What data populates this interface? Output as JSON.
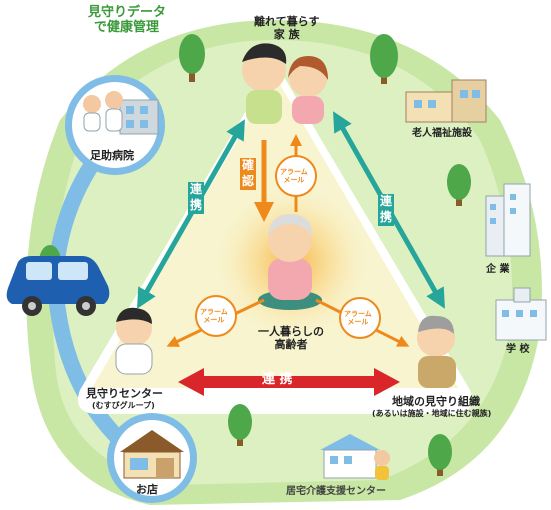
{
  "headline": {
    "line1": "見守りデータ",
    "line2": "で健康管理"
  },
  "nodes": {
    "family": {
      "line1": "離れて暮らす",
      "line2": "家 族"
    },
    "hospital": "足助病院",
    "elder": {
      "line1": "一人暮らしの",
      "line2": "高齢者"
    },
    "center": {
      "title": "見守りセンター",
      "sub": "(むすびグループ)"
    },
    "community": {
      "title": "地域の見守り組織",
      "sub": "(あるいは施設・地域に住む親族)"
    },
    "shop": "お店",
    "care_center": "居宅介護支援センター",
    "nursing_home": "老人福祉施設",
    "company": "企 業",
    "school": "学 校"
  },
  "arrows": {
    "cooperation_left": [
      "連",
      "携"
    ],
    "cooperation_right": [
      "連",
      "携"
    ],
    "cooperation_bottom": "連 携",
    "confirm": [
      "確",
      "認"
    ],
    "alarm_mail": [
      "アラーム",
      "メール"
    ]
  },
  "colors": {
    "headline_green": "#3a9a3a",
    "teal_arrow": "#26a59a",
    "orange_arrow": "#ee8a1c",
    "red_arrow": "#d8262a",
    "blue_ring": "#7fbde6",
    "triangle_fill": "#f7f4cf"
  }
}
